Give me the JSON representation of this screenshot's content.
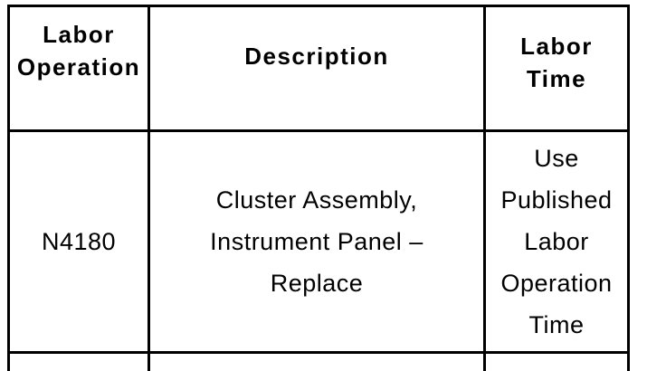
{
  "colors": {
    "background": "#ffffff",
    "border": "#000000",
    "text": "#000000"
  },
  "table": {
    "headers": [
      {
        "lines": [
          "Labor",
          "Operation"
        ]
      },
      {
        "lines": [
          "Description"
        ]
      },
      {
        "lines": [
          "Labor",
          "Time"
        ]
      }
    ],
    "rows": [
      {
        "labor_operation": "N4180",
        "description_lines": [
          "Cluster Assembly,",
          "Instrument Panel –",
          "Replace"
        ],
        "labor_time_lines": [
          "Use",
          "Published",
          "Labor",
          "Operation",
          "Time"
        ]
      }
    ]
  }
}
